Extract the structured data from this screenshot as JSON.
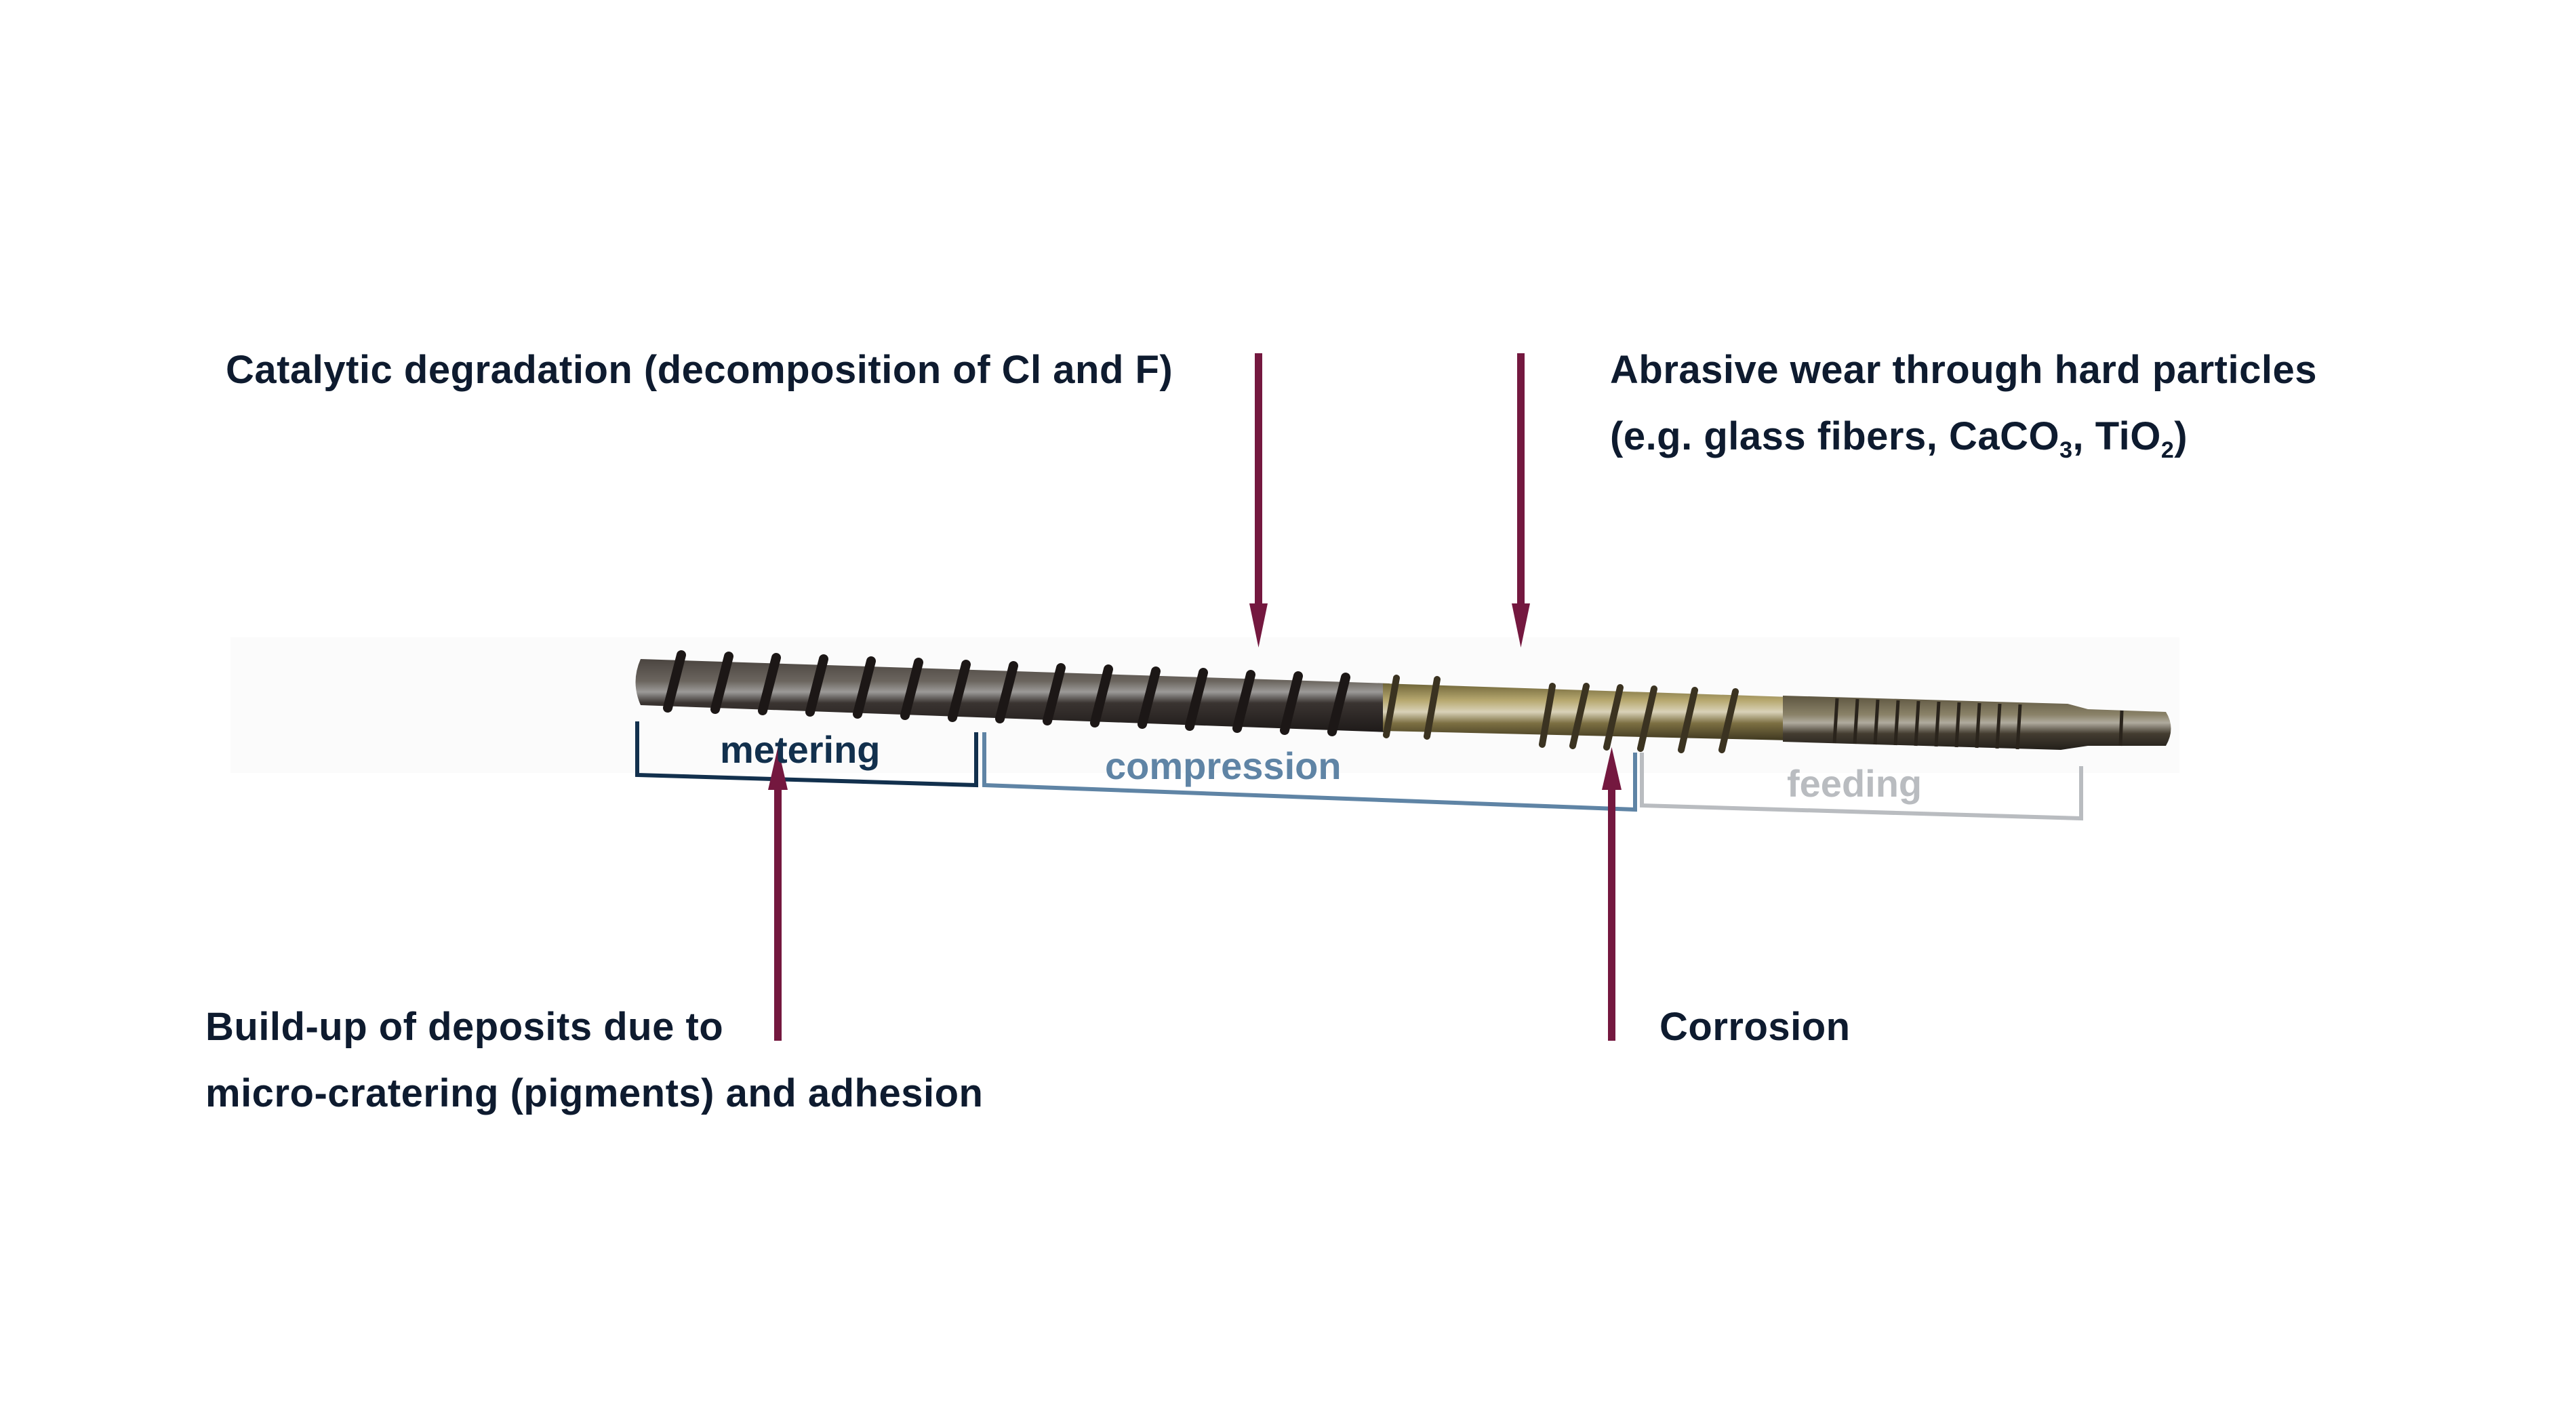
{
  "diagram": {
    "subject": "extruder screw wear zones",
    "annotations": {
      "catalytic": {
        "text": "Catalytic degradation (decomposition of Cl and F)"
      },
      "abrasive": {
        "line1": "Abrasive wear through hard particles",
        "line2_prefix": "(e.g. glass fibers, CaCO",
        "line2_sub1": "3",
        "line2_mid": ", TiO",
        "line2_sub2": "2",
        "line2_suffix": ")"
      },
      "buildup": {
        "line1": "Build-up of deposits due to",
        "line2": "micro-cratering (pigments) and adhesion"
      },
      "corrosion": {
        "text": "Corrosion"
      }
    },
    "zones": [
      {
        "id": "metering",
        "label": "metering",
        "color": "#12304d"
      },
      {
        "id": "compression",
        "label": "compression",
        "color": "#5f84a5"
      },
      {
        "id": "feeding",
        "label": "feeding",
        "color": "#b9bcc0"
      }
    ],
    "colors": {
      "arrow": "#74183f",
      "text": "#0e1b2f",
      "screw_dark": "#2c2624",
      "screw_brass": "#8b7c4c"
    }
  }
}
